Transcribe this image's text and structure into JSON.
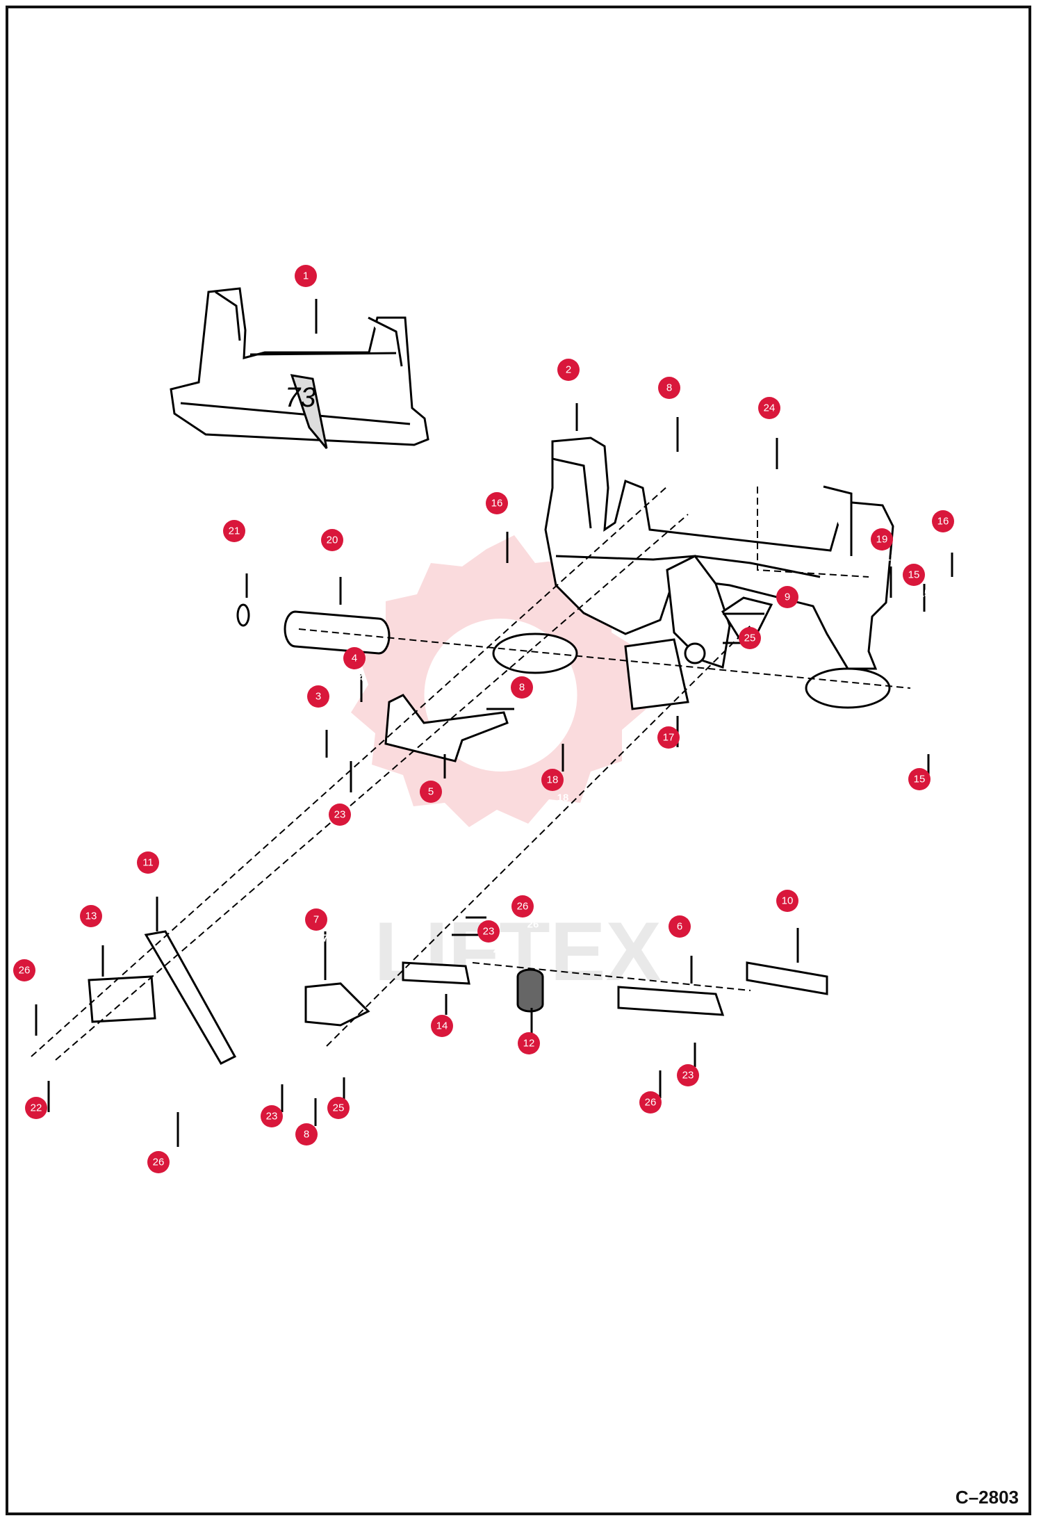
{
  "diagram": {
    "reference_code": "C–2803",
    "watermark_text": "LIFTEX",
    "callout_color": "#d9173b",
    "parts": [
      {
        "id": "p1",
        "label": "1",
        "bubble": "1"
      },
      {
        "id": "p2",
        "label": "2",
        "bubble": "2"
      },
      {
        "id": "p3",
        "label": "3",
        "bubble": "3"
      },
      {
        "id": "p4",
        "label": "4",
        "bubble": "4"
      },
      {
        "id": "p5",
        "label": "5",
        "bubble": "5"
      },
      {
        "id": "p6",
        "label": "6",
        "bubble": "6"
      },
      {
        "id": "p7",
        "label": "7",
        "bubble": "7"
      },
      {
        "id": "p8a",
        "label": "8",
        "bubble": "8"
      },
      {
        "id": "p8b",
        "label": "8",
        "bubble": "8"
      },
      {
        "id": "p8c",
        "label": "8",
        "bubble": "8"
      },
      {
        "id": "p9",
        "label": "9",
        "bubble": "9"
      },
      {
        "id": "p10",
        "label": "10",
        "bubble": "10"
      },
      {
        "id": "p11",
        "label": "11",
        "bubble": "11"
      },
      {
        "id": "p12",
        "label": "12",
        "bubble": "12"
      },
      {
        "id": "p13",
        "label": "13",
        "bubble": "13"
      },
      {
        "id": "p14",
        "label": "14",
        "bubble": "14"
      },
      {
        "id": "p15a",
        "label": "15",
        "bubble": "15"
      },
      {
        "id": "p15b",
        "label": "15",
        "bubble": "15"
      },
      {
        "id": "p16a",
        "label": "16",
        "bubble": "16"
      },
      {
        "id": "p16b",
        "label": "16",
        "bubble": "16"
      },
      {
        "id": "p17",
        "label": "17",
        "bubble": "17"
      },
      {
        "id": "p18",
        "label": "18",
        "bubble": "18"
      },
      {
        "id": "p19",
        "label": "19",
        "bubble": "19"
      },
      {
        "id": "p20",
        "label": "20",
        "bubble": "20"
      },
      {
        "id": "p21",
        "label": "21",
        "bubble": "21"
      },
      {
        "id": "p22",
        "label": "22",
        "bubble": "22"
      },
      {
        "id": "p23a",
        "label": "23",
        "bubble": "23"
      },
      {
        "id": "p23b",
        "label": "23",
        "bubble": "23"
      },
      {
        "id": "p23c",
        "label": "23",
        "bubble": "23"
      },
      {
        "id": "p23d",
        "label": "23",
        "bubble": "23"
      },
      {
        "id": "p24",
        "label": "24",
        "bubble": "24"
      },
      {
        "id": "p25a",
        "label": "25",
        "bubble": "25"
      },
      {
        "id": "p25b",
        "label": "25",
        "bubble": "25"
      },
      {
        "id": "p26a",
        "label": "26",
        "bubble": "26"
      },
      {
        "id": "p26b",
        "label": "26",
        "bubble": "26"
      },
      {
        "id": "p26c",
        "label": "26",
        "bubble": "26"
      },
      {
        "id": "p26d",
        "label": "26",
        "bubble": "26"
      }
    ]
  }
}
